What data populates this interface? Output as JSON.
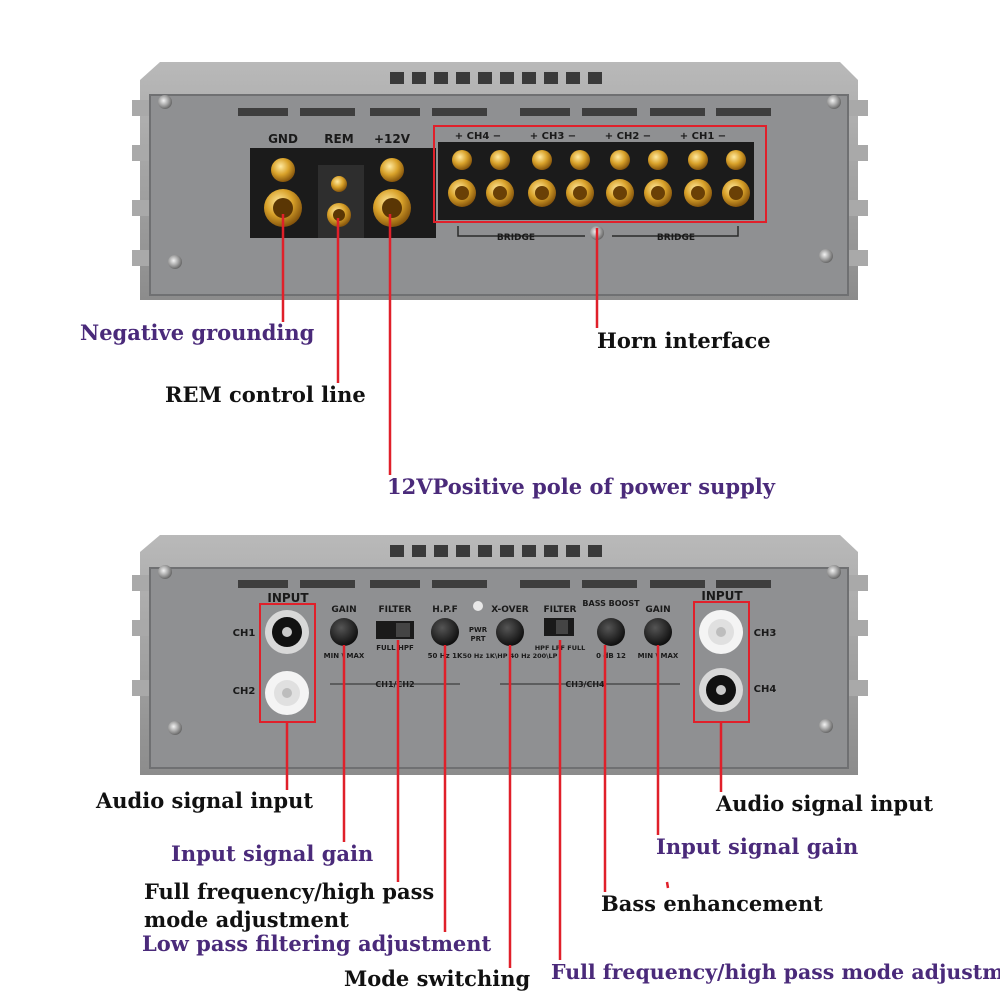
{
  "top_panel": {
    "terminal_labels": {
      "gnd": "GND",
      "rem": "REM",
      "v12": "+12V"
    },
    "speaker_labels": [
      "+ CH4 −",
      "+ CH3 −",
      "+ CH2 −",
      "+ CH1 −"
    ],
    "bridge_labels": [
      "BRIDGE",
      "BRIDGE"
    ]
  },
  "bottom_panel": {
    "input_left": "INPUT",
    "input_right": "INPUT",
    "ch1": "CH1",
    "ch2": "CH2",
    "ch3": "CH3",
    "ch4": "CH4",
    "gain_left": "GAIN",
    "gain_left_range": "MIN \\ MAX",
    "filter_left": "FILTER",
    "filter_left_opts": "FULL    HPF",
    "hpf": "H.P.F",
    "hpf_range": "50 Hz 1K",
    "pwr": "PWR",
    "prt": "PRT",
    "xover": "X-OVER",
    "xover_range": "50 Hz 1K\\HP  40 Hz 200\\LP",
    "filter_right": "FILTER",
    "filter_right_opts": "HPF  LPF  FULL",
    "bass_boost": "BASS BOOST",
    "bass_range": "0 dB 12",
    "gain_right": "GAIN",
    "gain_right_range": "MIN \\ MAX",
    "ch12": "CH1/CH2",
    "ch34": "CH3/CH4"
  },
  "callouts": {
    "negative_grounding": "Negative grounding",
    "rem_control_line": "REM control line",
    "positive_pole": "12VPositive pole of power supply",
    "horn_interface": "Horn interface",
    "audio_input_left": "Audio signal input",
    "audio_input_right": "Audio signal input",
    "input_gain_left": "Input signal gain",
    "input_gain_right": "Input signal gain",
    "full_freq_left_1": "Full frequency/high pass",
    "full_freq_left_2": "mode adjustment",
    "low_pass": "Low pass filtering adjustment",
    "mode_switching": "Mode switching",
    "bass_enhancement": "Bass enhancement",
    "full_freq_right": "Full frequency/high pass mode adjustment"
  },
  "colors": {
    "callout_line": "#e0202a",
    "callout_purple": "#4a2a7a",
    "panel": "#8f9092"
  }
}
